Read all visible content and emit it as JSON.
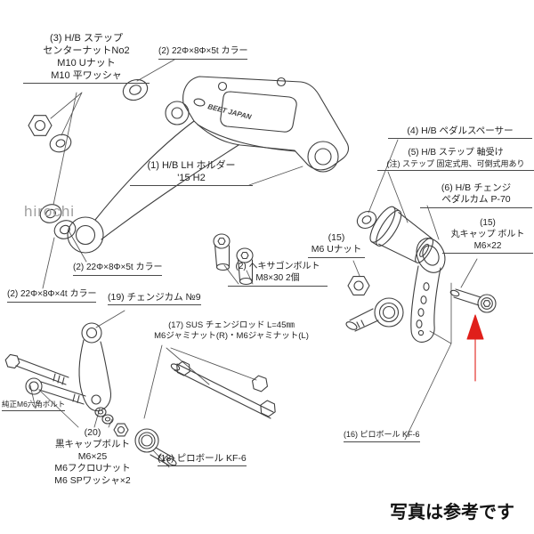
{
  "colors": {
    "line": "#3f3f3f",
    "arrow": "#e01f1a",
    "watermark": "#a0a0a0"
  },
  "watermark": {
    "text": "hirochi"
  },
  "caption": {
    "text": "写真は参考です"
  },
  "diagram": {
    "logo_text": "BEET JAPAN"
  },
  "labels": {
    "l3": {
      "lines": [
        "(3) H/B ステップ",
        "センターナットNo2",
        "M10 Uナット",
        "M10 平ワッシャ"
      ]
    },
    "l2a": {
      "text": "(2) 22Φ×8Φ×5t カラー"
    },
    "l1": {
      "lines": [
        "(1)  H/B LH ホルダー",
        "'15  H2"
      ]
    },
    "l4": {
      "text": "(4) H/B ペダルスペーサー"
    },
    "l5": {
      "lines": [
        "(5)  H/B ステップ 軸受け",
        "(注) ステップ 固定式用、可倒式用あり"
      ]
    },
    "l6": {
      "lines": [
        "(6)  H/B チェンジ",
        "ペダルカム P-70"
      ]
    },
    "l15a": {
      "lines": [
        "(15)",
        "M6 Uナット"
      ]
    },
    "l15b": {
      "lines": [
        "(15)",
        "丸キャップ ボルト",
        "M6×22"
      ]
    },
    "l2b": {
      "text": "(2) 22Φ×8Φ×5t カラー"
    },
    "l2c": {
      "text": "(2) 22Φ×8Φ×4t カラー"
    },
    "l19": {
      "text": "(19) チェンジカム №9"
    },
    "l2d": {
      "lines": [
        "(2) ヘキサゴンボルト",
        "M8×30 2個"
      ]
    },
    "l17": {
      "lines": [
        "(17) SUS チェンジロッド L=45㎜",
        "M6ジャミナット(R)・M6ジャミナット(L)"
      ]
    },
    "l16": {
      "text": "(16) ピロボール KF-6"
    },
    "l18": {
      "text": "(18) ピロボール KF-6"
    },
    "l20": {
      "lines": [
        "(20)",
        "黒キャップボルト",
        "M6×25",
        "M6フクロUナット",
        "M6 SPワッシャ×2"
      ]
    },
    "lgen": {
      "text": "純正M6六角ボルト"
    }
  }
}
